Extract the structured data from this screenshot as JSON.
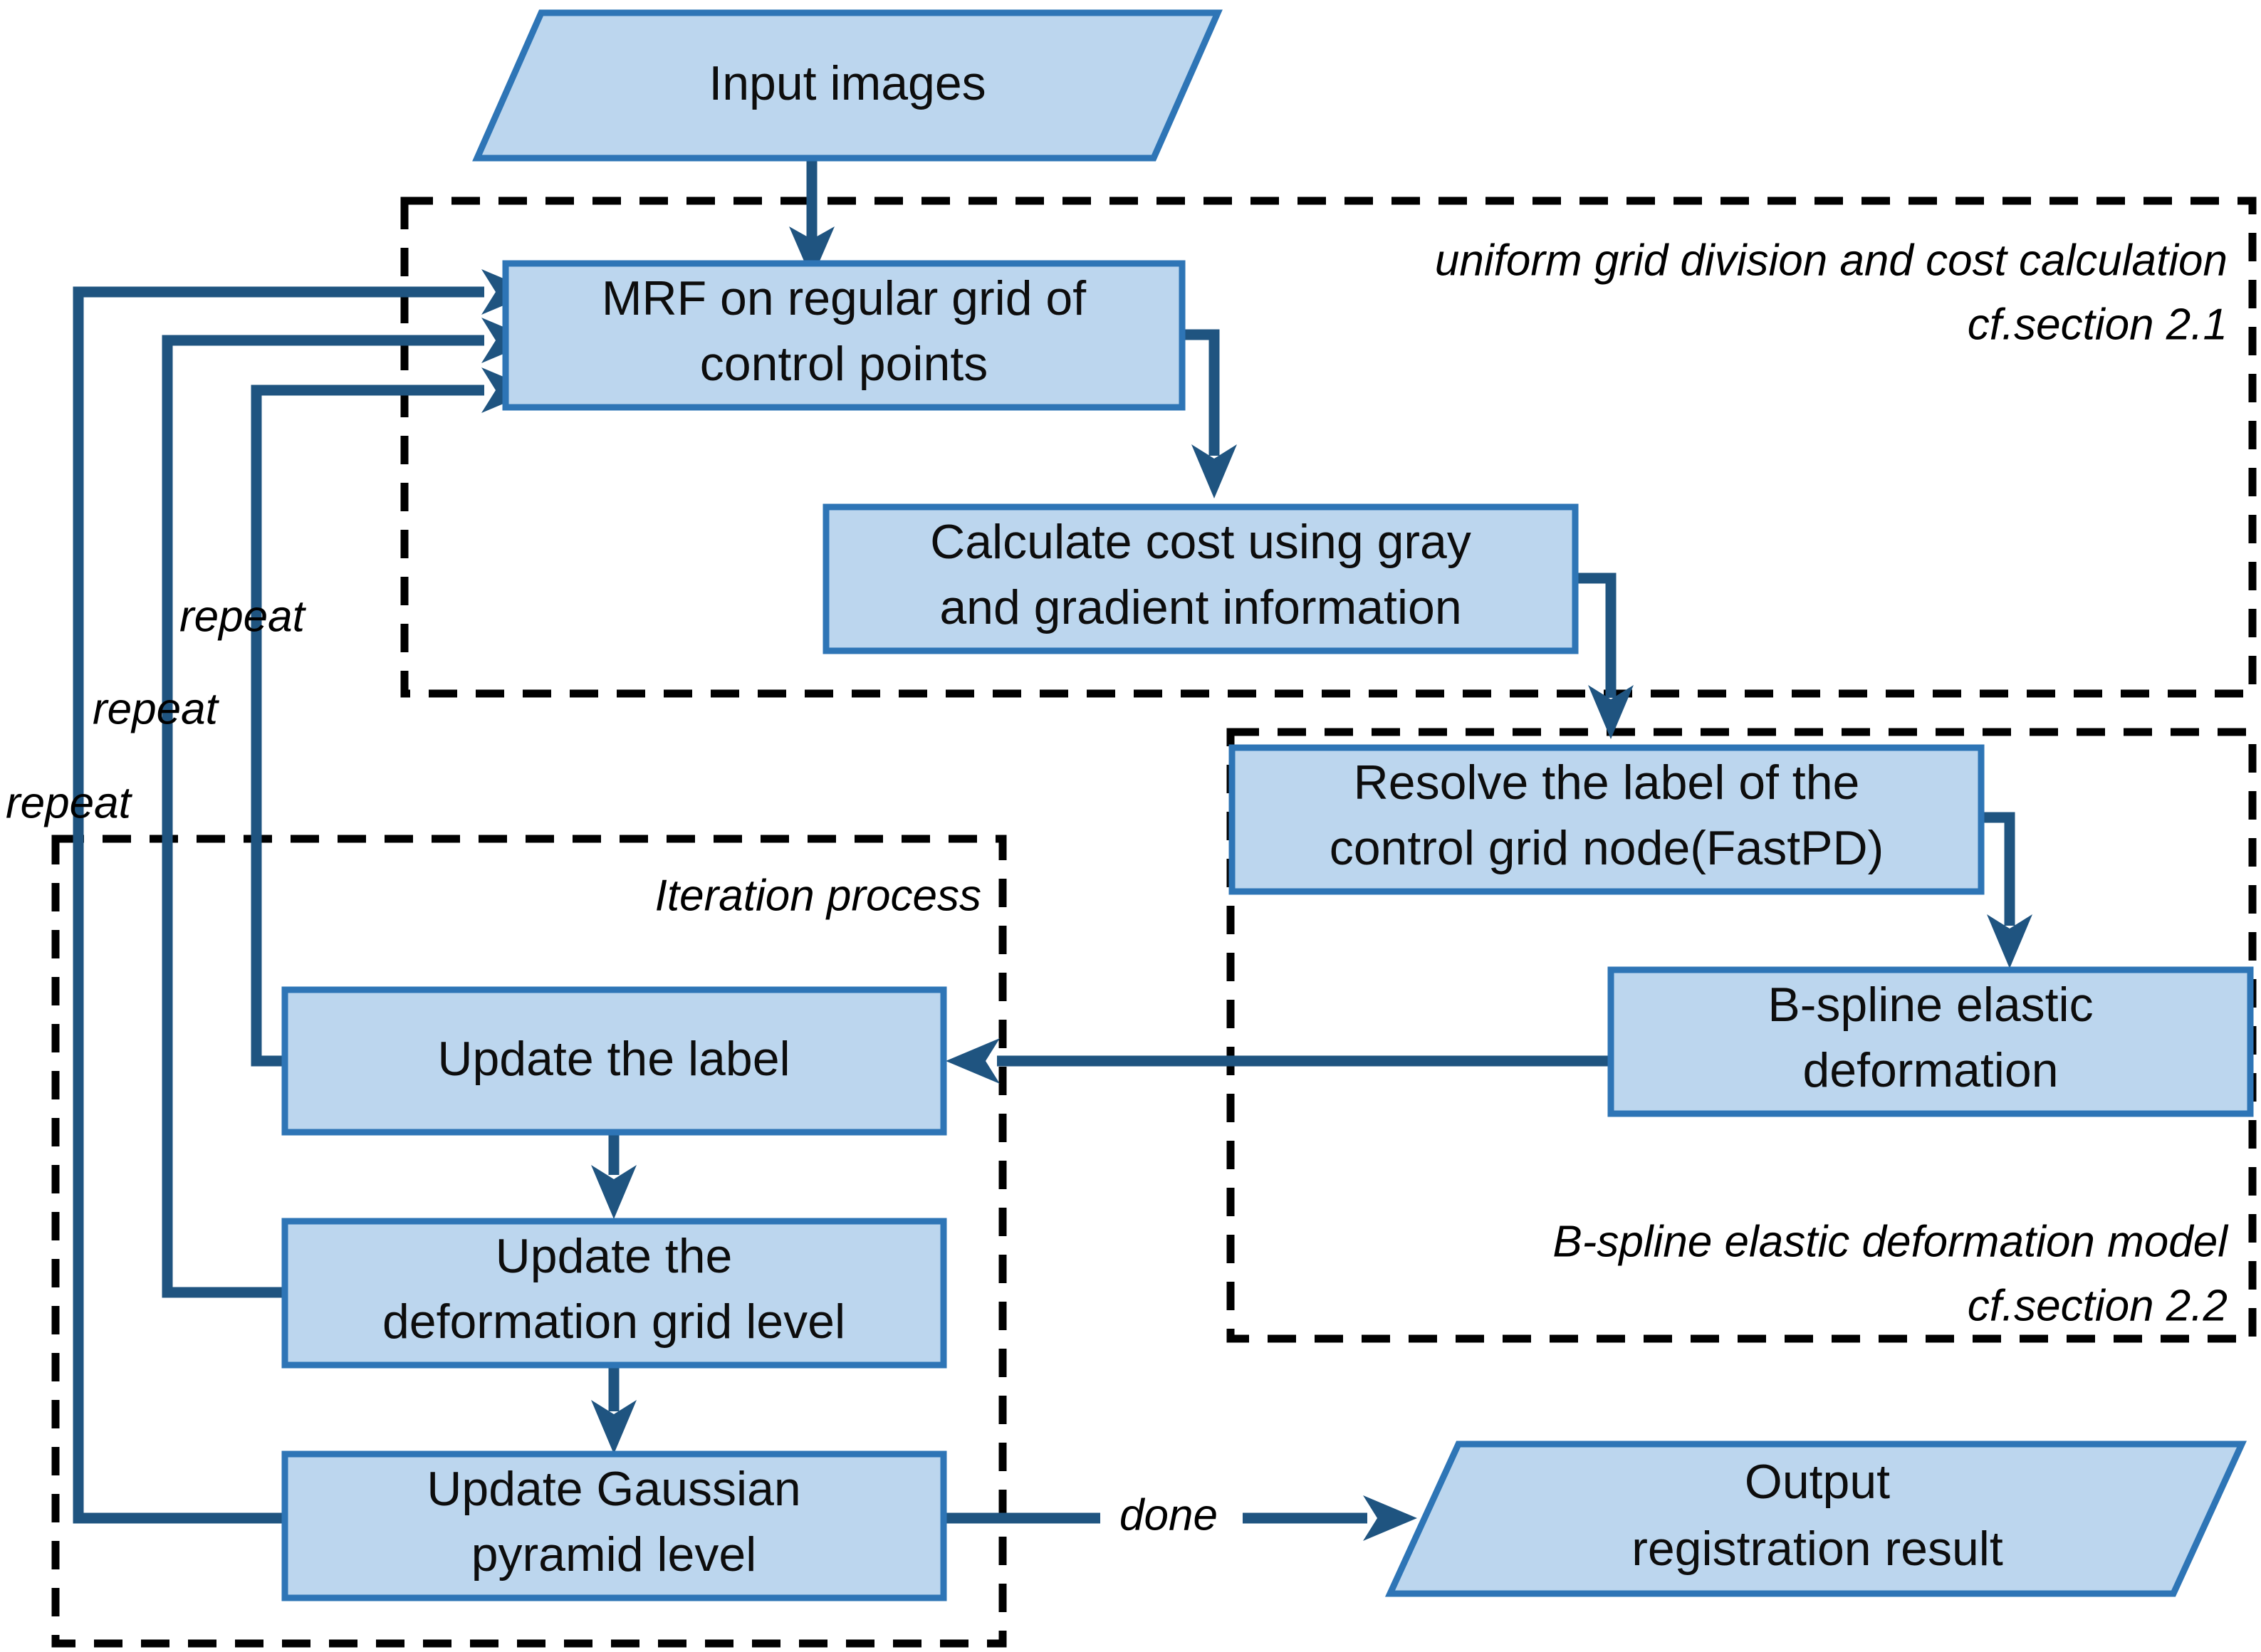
{
  "diagram": {
    "title": "Image registration algorithm flowchart",
    "colors": {
      "node_fill": "#bcd6ee",
      "node_stroke": "#2e75b6",
      "connector": "#1f5480",
      "group_border": "#000000",
      "text": "#0d0d0d",
      "background": "#ffffff"
    },
    "nodes": {
      "input_images": {
        "label": "Input images",
        "shape": "parallelogram"
      },
      "mrf_grid": {
        "label_line1": "MRF on regular grid of",
        "label_line2": "control points",
        "shape": "rectangle"
      },
      "calculate_cost": {
        "label_line1": "Calculate cost using gray",
        "label_line2": "and gradient information",
        "shape": "rectangle"
      },
      "resolve_label": {
        "label_line1": "Resolve the label of the",
        "label_line2": "control grid node(FastPD)",
        "shape": "rectangle"
      },
      "bspline_deformation": {
        "label_line1": "B-spline elastic",
        "label_line2": "deformation",
        "shape": "rectangle"
      },
      "update_label": {
        "label_line1": "Update the label",
        "label_line2": "",
        "shape": "rectangle"
      },
      "update_grid_level": {
        "label_line1": "Update the",
        "label_line2": "deformation grid level",
        "shape": "rectangle"
      },
      "update_pyramid_level": {
        "label_line1": "Update Gaussian",
        "label_line2": "pyramid level",
        "shape": "rectangle"
      },
      "output_result": {
        "label_line1": "Output",
        "label_line2": "registration result",
        "shape": "parallelogram"
      }
    },
    "groups": {
      "uniform_grid": {
        "label_line1": "uniform  grid division and cost calculation",
        "label_line2": "cf.section 2.1"
      },
      "bspline_model": {
        "label_line1": "B-spline elastic deformation model",
        "label_line2": "cf.section 2.2"
      },
      "iteration": {
        "label_line1": "Iteration process",
        "label_line2": ""
      }
    },
    "edge_labels": {
      "repeat_outer": "repeat",
      "repeat_middle": "repeat",
      "repeat_inner": "repeat",
      "done": "done"
    }
  }
}
